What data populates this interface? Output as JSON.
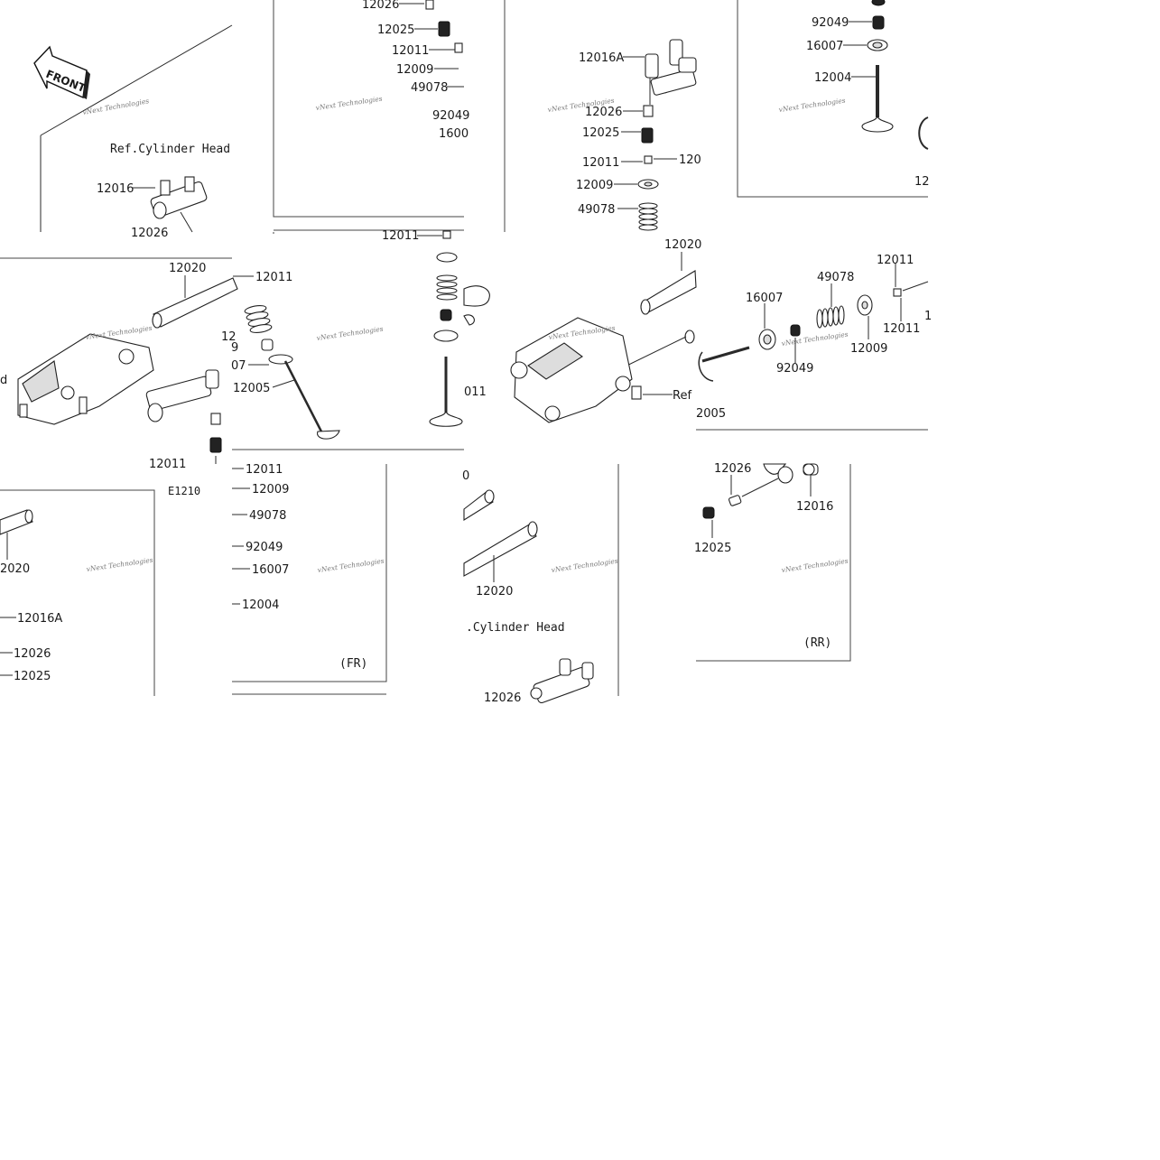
{
  "diagram": {
    "ref_cylinder_head": "Ref.Cylinder Head",
    "ref_cylinder_head_partial": ".Cylinder Head",
    "front_label": "FRONT",
    "fig_id": "E1210",
    "fr_tag": "(FR)",
    "rr_tag": "(RR)",
    "ref_partial": "Ref",
    "watermark": "vNext Technologies",
    "tile1": {
      "p12016": "12016",
      "p12026_cut": "12026"
    },
    "tile2": {
      "p12026": "12026",
      "p12025": "12025",
      "p12011": "12011",
      "p12009": "12009",
      "p49078": "49078",
      "p92049": "92049",
      "p16007": "1600"
    },
    "tile3": {
      "p12016A": "12016A",
      "p12026": "12026",
      "p12025": "12025",
      "p12011": "12011",
      "p12011b": "120",
      "p12009": "12009",
      "p49078": "49078"
    },
    "tile4": {
      "p92049": "92049",
      "p16007": "16007",
      "p12004": "12004",
      "p12cut": "12"
    },
    "tile5": {
      "p12020": "12020",
      "p12011": "12011",
      "pcut_d": "d",
      "p12011_cut": "12011"
    },
    "tile6": {
      "p12011": "12011",
      "p12cut": "12",
      "p9cut": "9",
      "p07cut": "07",
      "p12005": "12005",
      "p12011b": "011"
    },
    "tile7": {
      "p12020": "12020",
      "pRef": "Ref"
    },
    "tile8": {
      "p12011": "12011",
      "p12011b": "12011",
      "p49078": "49078",
      "p16007": "16007",
      "p92049": "92049",
      "p12009": "12009",
      "p12005": "2005",
      "pcut": "1"
    },
    "tile9": {
      "p2020": "2020",
      "p12016A": "12016A",
      "p12026": "12026",
      "p12025": "12025"
    },
    "tile10": {
      "p12011": "12011",
      "p12009": "12009",
      "p49078": "49078",
      "p92049": "92049",
      "p16007": "16007",
      "p12004": "12004"
    },
    "tile11": {
      "p12020": "12020",
      "pcut0": "0",
      "p12026_cut": "12026"
    },
    "tile12": {
      "p12026": "12026",
      "p12016": "12016",
      "p12025": "12025"
    }
  }
}
